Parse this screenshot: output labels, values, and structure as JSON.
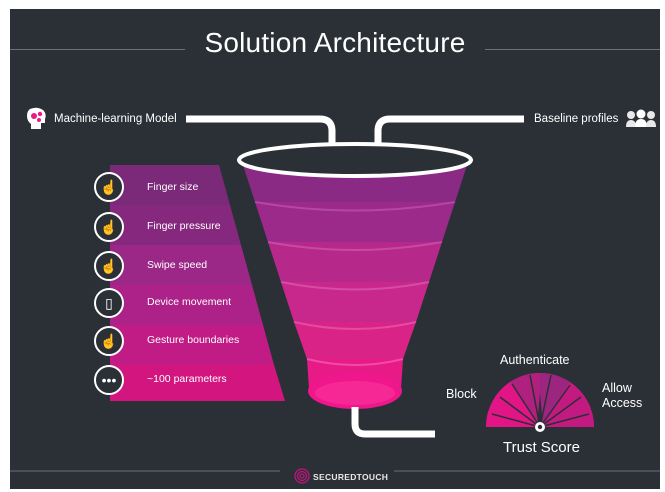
{
  "title": "Solution Architecture",
  "inputs": {
    "left_label": "Machine-learning Model",
    "right_label": "Baseline profiles"
  },
  "parameters": [
    {
      "label": "Finger size",
      "icon": "finger-size-icon"
    },
    {
      "label": "Finger pressure",
      "icon": "finger-pressure-icon"
    },
    {
      "label": "Swipe speed",
      "icon": "swipe-speed-icon"
    },
    {
      "label": "Device movement",
      "icon": "device-movement-icon"
    },
    {
      "label": "Gesture boundaries",
      "icon": "gesture-boundaries-icon"
    },
    {
      "label": "~100 parameters",
      "icon": "more-icon"
    }
  ],
  "gauge": {
    "left_label": "Block",
    "top_label": "Authenticate",
    "right_label_line1": "Allow",
    "right_label_line2": "Access",
    "caption": "Trust Score"
  },
  "brand": {
    "name": "SECUREDTOUCH"
  },
  "colors": {
    "background": "#2b3036",
    "funnel_top": "#9b2d8f",
    "funnel_bottom": "#e5168b",
    "accent_magenta": "#d1157e"
  }
}
